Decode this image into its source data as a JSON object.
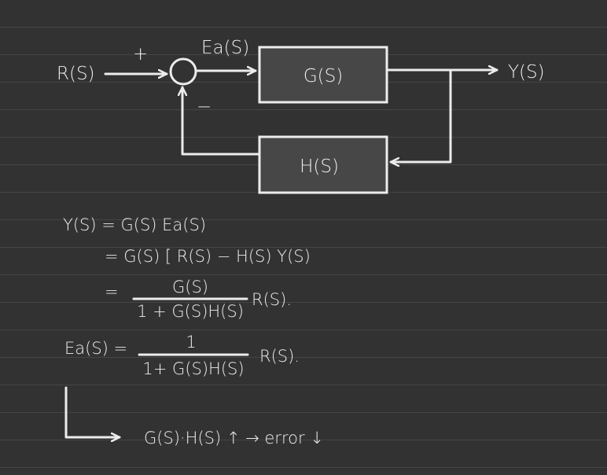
{
  "diagram": {
    "input_label": "R(S)",
    "output_label": "Y(S)",
    "error_label": "Ea(S)",
    "plus_sign": "+",
    "minus_sign": "−",
    "forward_block": "G(S)",
    "feedback_block": "H(S)"
  },
  "equations": {
    "line1": "Y(S) = G(S) Ea(S)",
    "line2": "= G(S) [ R(S) − H(S) Y(S)",
    "line3_eq": "=",
    "line3_num": "G(S)",
    "line3_den": "1 + G(S)H(S)",
    "line3_tail": "R(S).",
    "line4_lhs": "Ea(S) =",
    "line4_num": "1",
    "line4_den": "1+ G(S)H(S)",
    "line4_tail": "R(S)."
  },
  "conclusion": "G(S)·H(S) ↑ → error ↓"
}
